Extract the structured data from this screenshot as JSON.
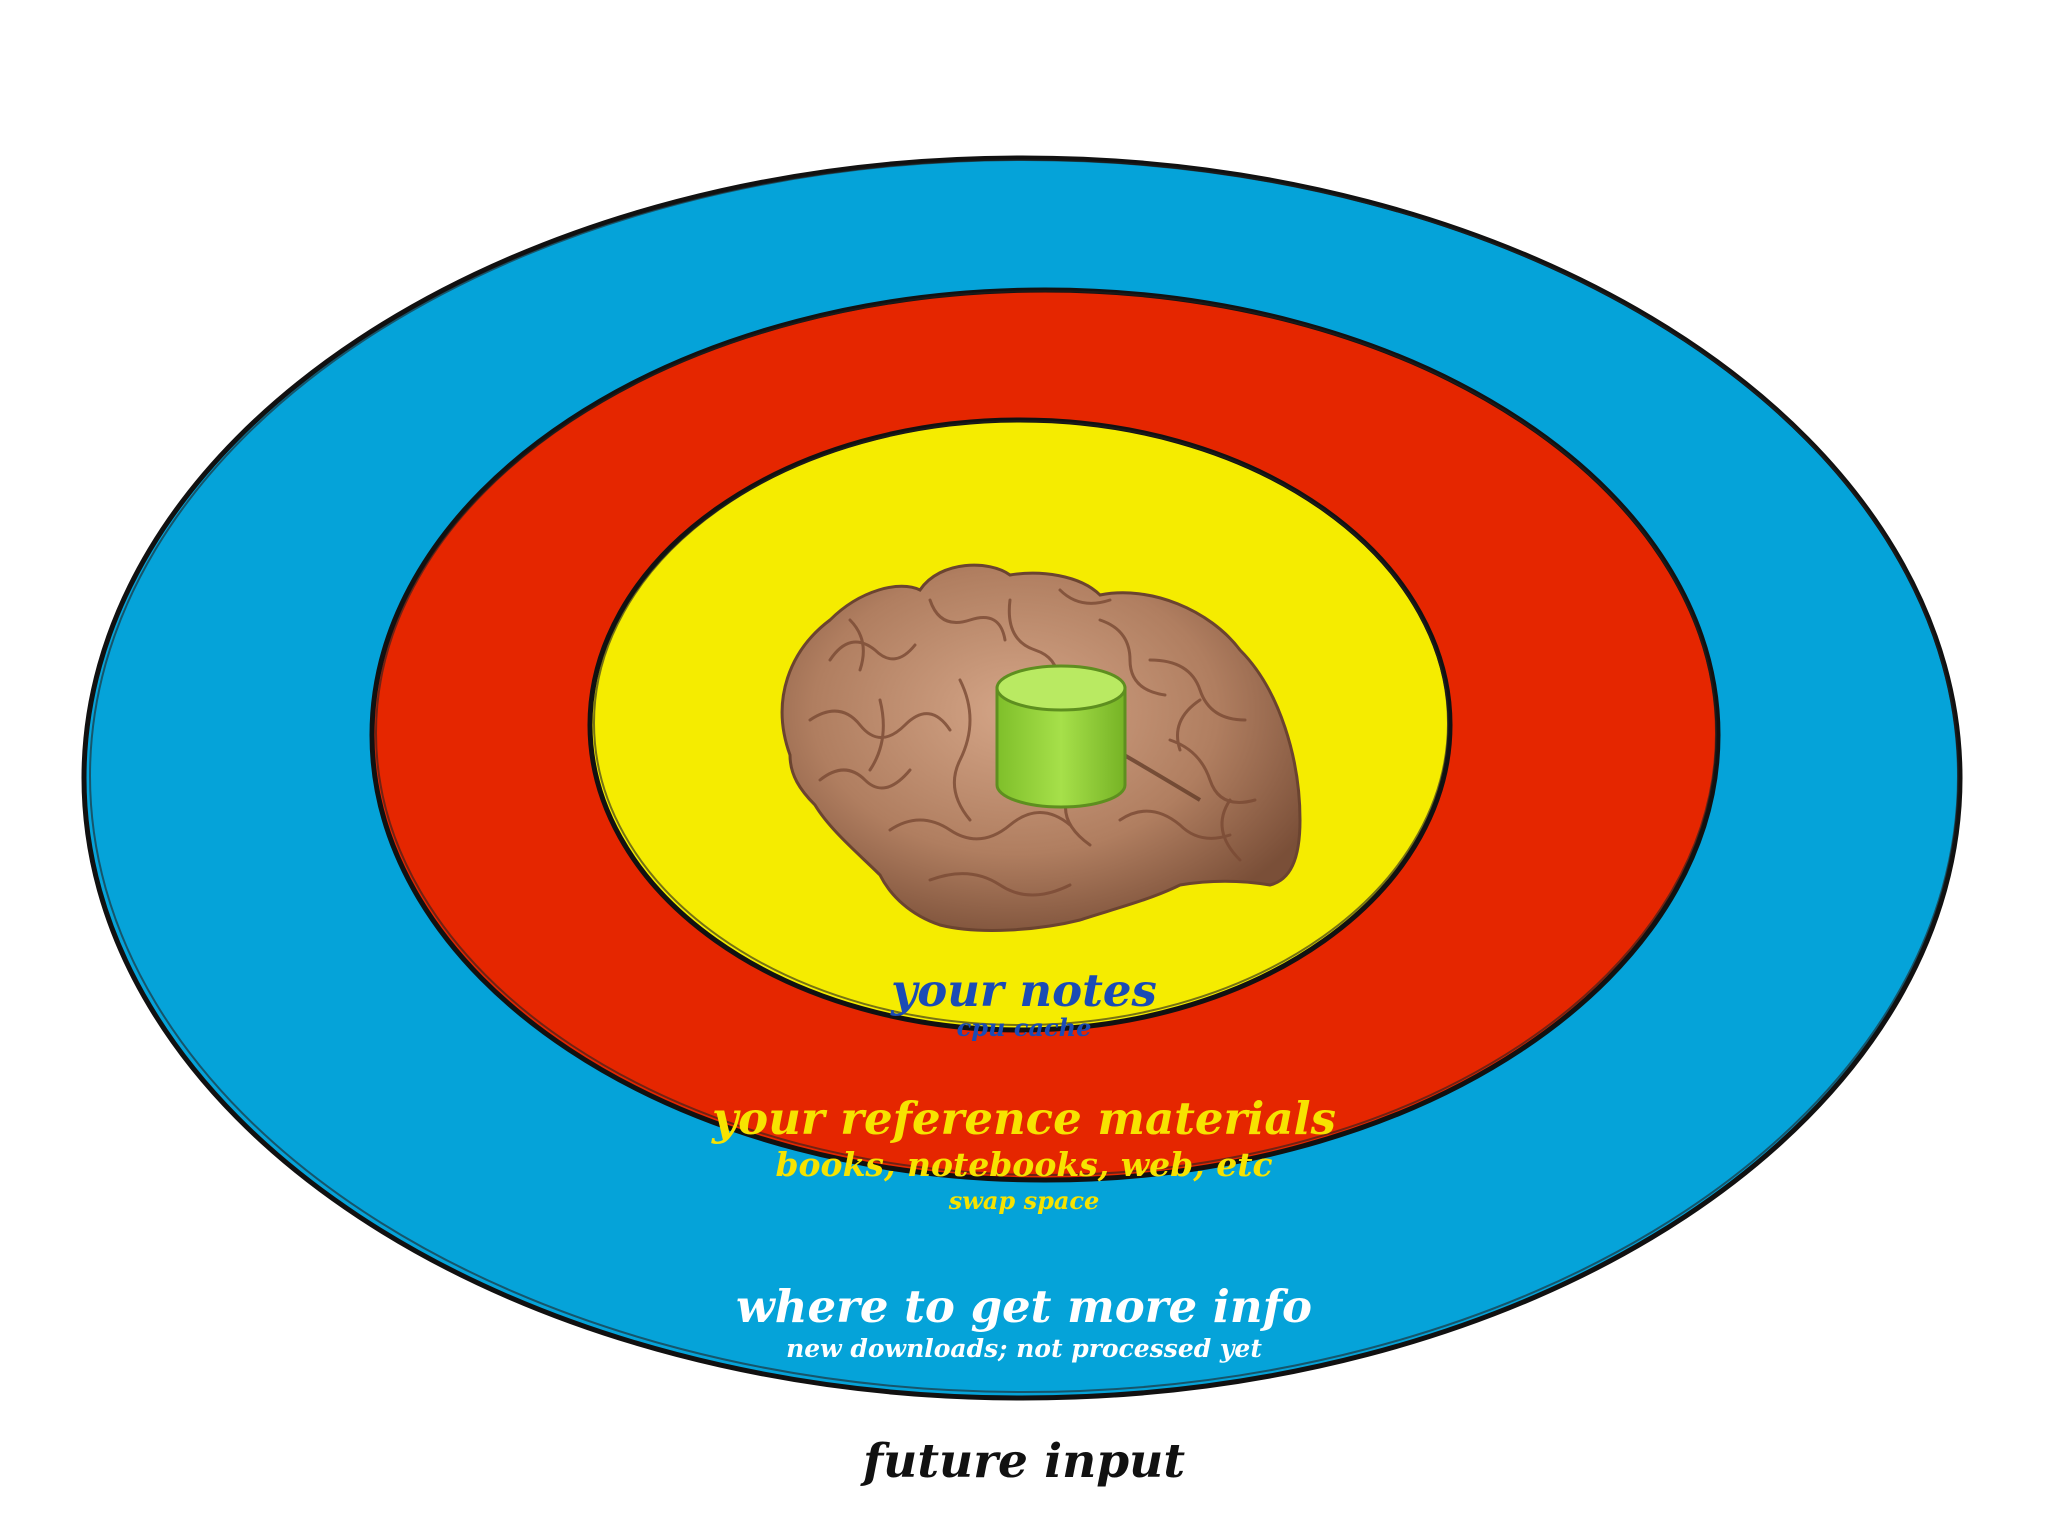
{
  "rings": [
    {
      "id": "outer",
      "title": "where to get more info",
      "subtitle": "new downloads; not processed yet",
      "fill": "#05a3d9",
      "text_color": "#ffffff"
    },
    {
      "id": "middle",
      "title": "your reference materials",
      "subtitle": "books, notebooks, web, etc",
      "subtitle2": "swap space",
      "fill": "#e52600",
      "text_color": "#f7e300"
    },
    {
      "id": "inner",
      "title": "your notes",
      "subtitle": "cpu cache",
      "fill": "#f5ec00",
      "text_color": "#1a4bb5"
    }
  ],
  "outside_label": {
    "text": "future input",
    "color": "#111111"
  },
  "center": {
    "image": "brain-image",
    "icon": "database-cylinder-icon",
    "brain_color": "#b07e60",
    "cylinder_color": "#98d43a"
  },
  "outline_color": "#111111"
}
